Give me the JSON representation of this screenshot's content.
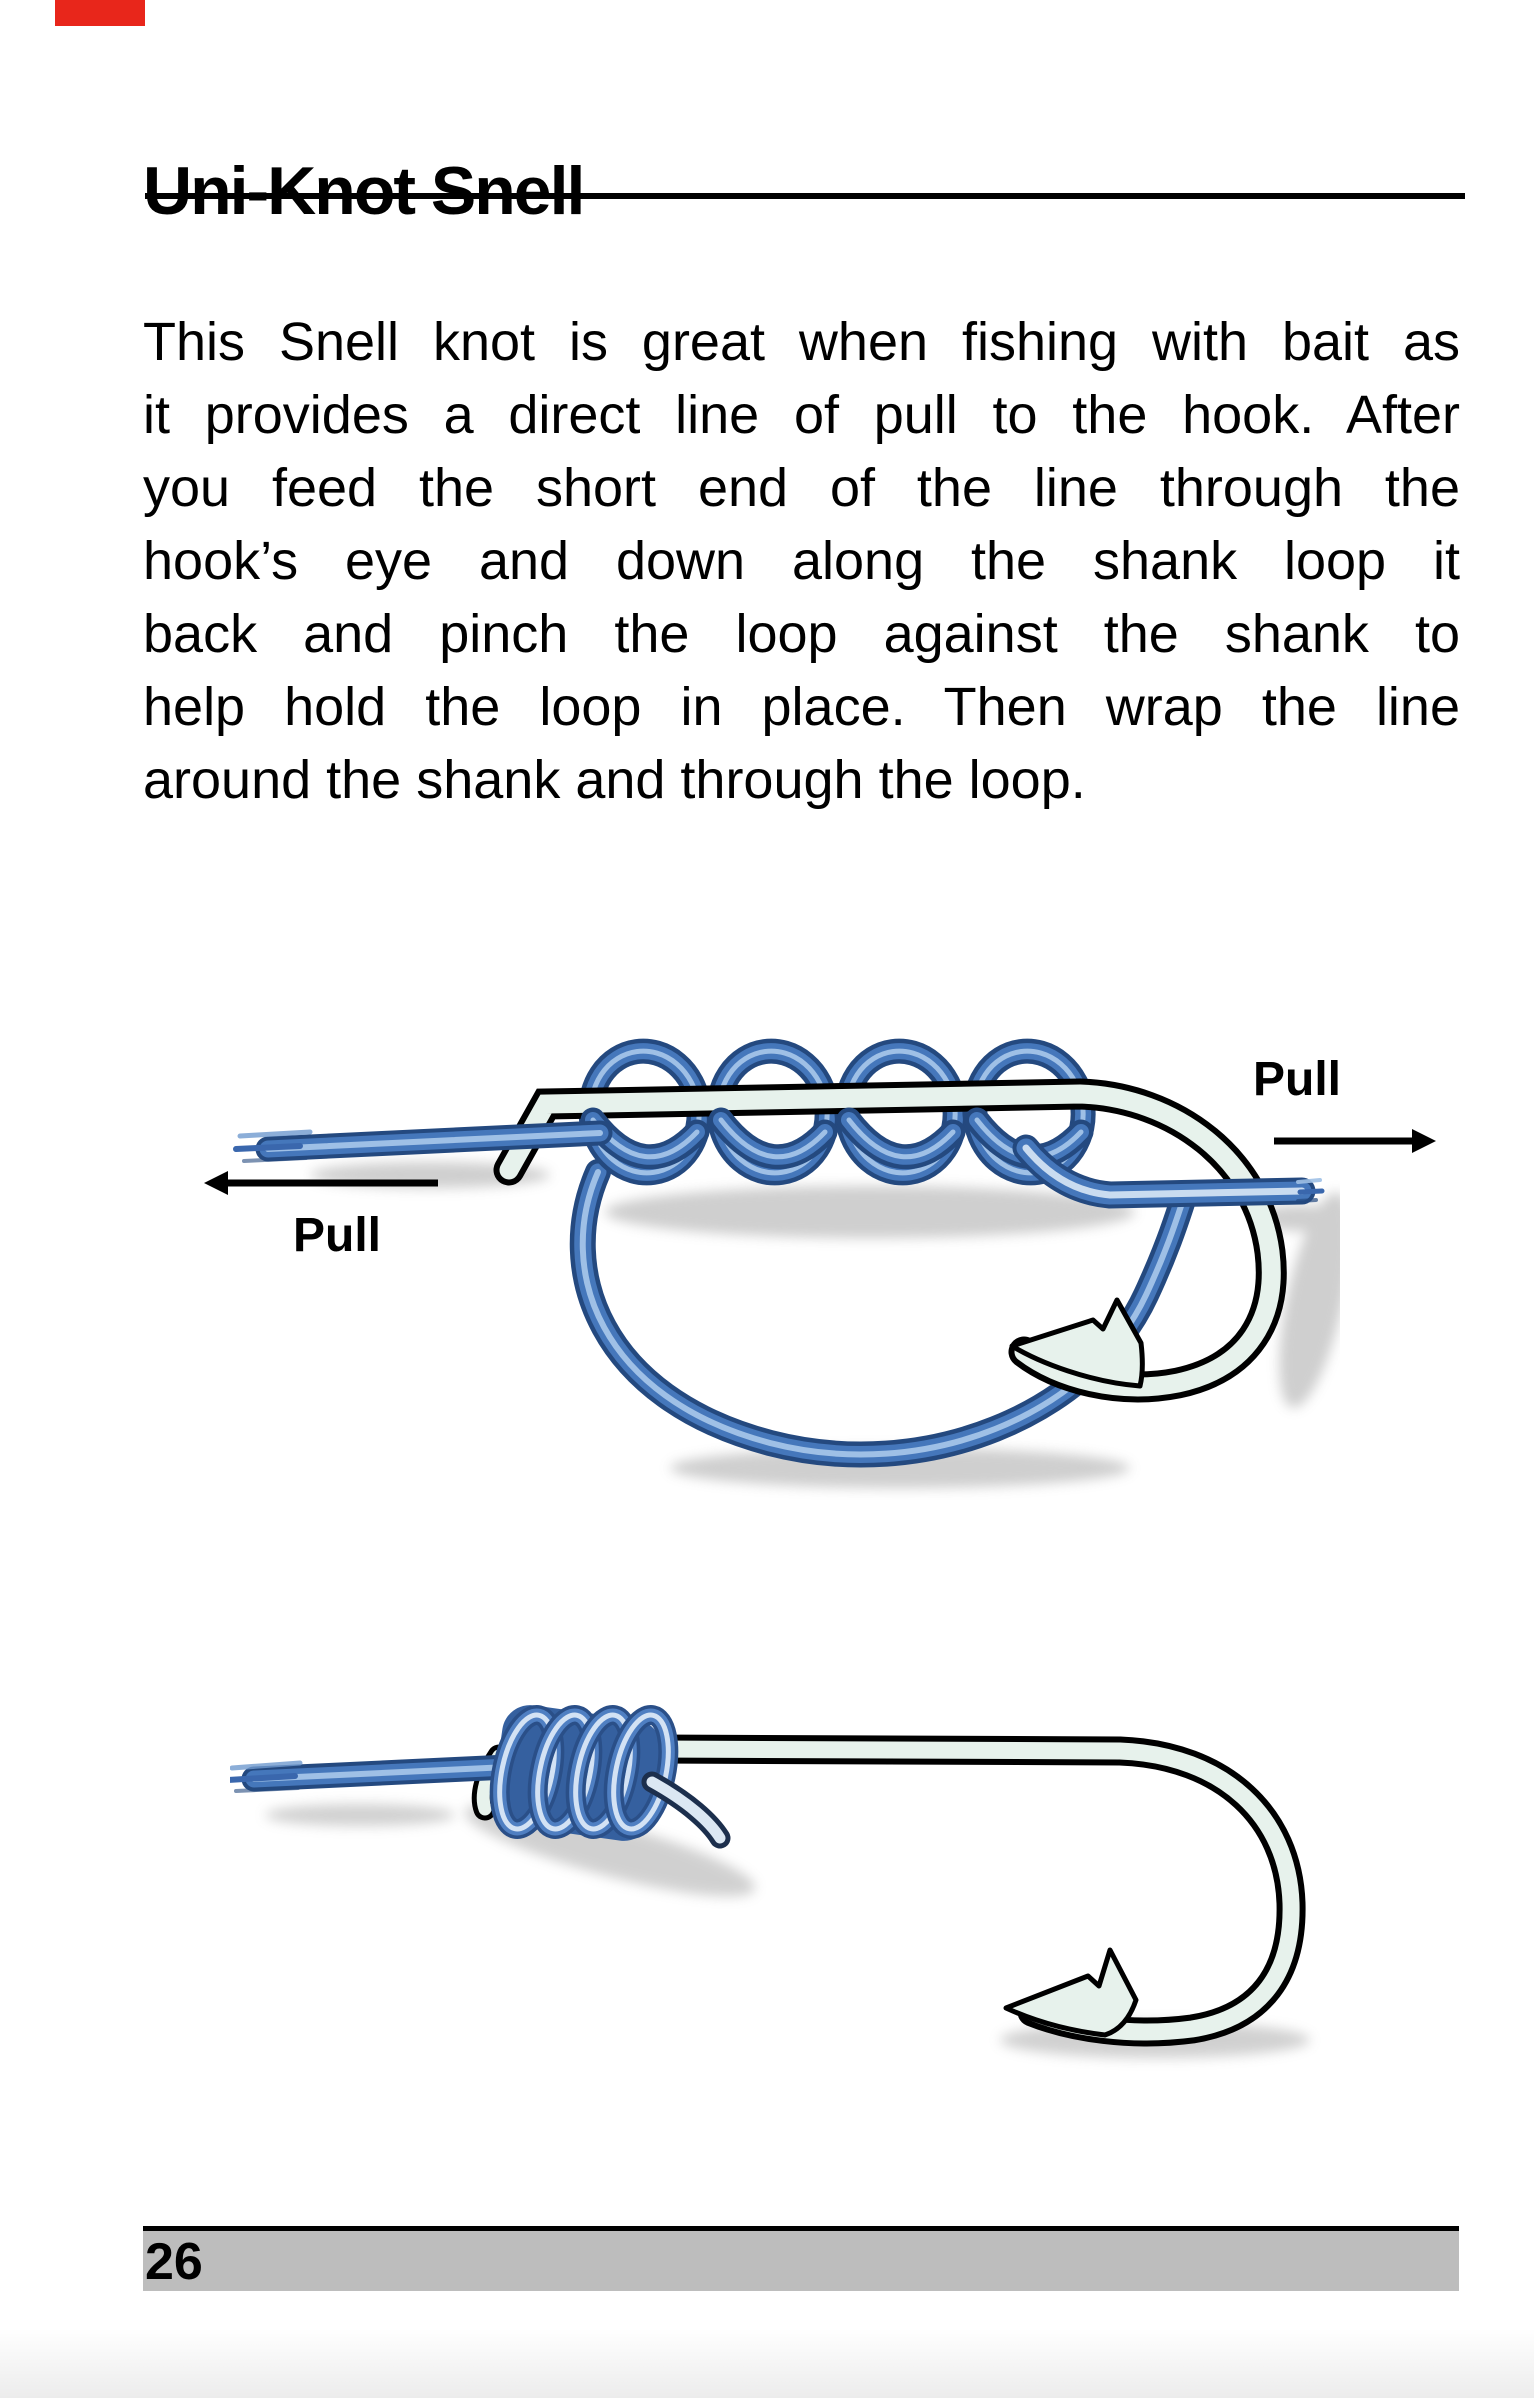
{
  "page": {
    "title": "Uni-Knot Snell",
    "page_number": "26",
    "paragraph": {
      "full_text": "This Snell knot is great when fishing with bait as it provides a direct line of pull to the hook. After you feed the short end of the line through the hook’s eye and down along the shank loop it back and pinch the loop against the shank to help hold the loop in place. Then wrap the line around the shank and through the loop.",
      "lines": [
        "This Snell knot is great when fishing with bait as",
        "it provides a direct line of pull to the hook. After",
        "you feed the short end of the line through the",
        "hook’s eye and down along the shank loop it",
        "back and pinch the loop against the shank to",
        "help hold the loop in place. Then wrap the line",
        "around the shank and through the loop."
      ]
    },
    "labels": {
      "pull_left": "Pull",
      "pull_right": "Pull"
    },
    "figures": [
      {
        "name": "snell-knot-loose-with-pull-arrows"
      },
      {
        "name": "snell-knot-tightened-on-hook"
      }
    ],
    "colors": {
      "line_blue": "#4577bb",
      "line_blue_dark": "#24497f",
      "line_blue_light": "#9fc0e6",
      "hook_fill": "#e7f2ec",
      "footer_gray": "#bdbdbd",
      "rule_black": "#000000",
      "red_tab": "#e8261b"
    }
  }
}
